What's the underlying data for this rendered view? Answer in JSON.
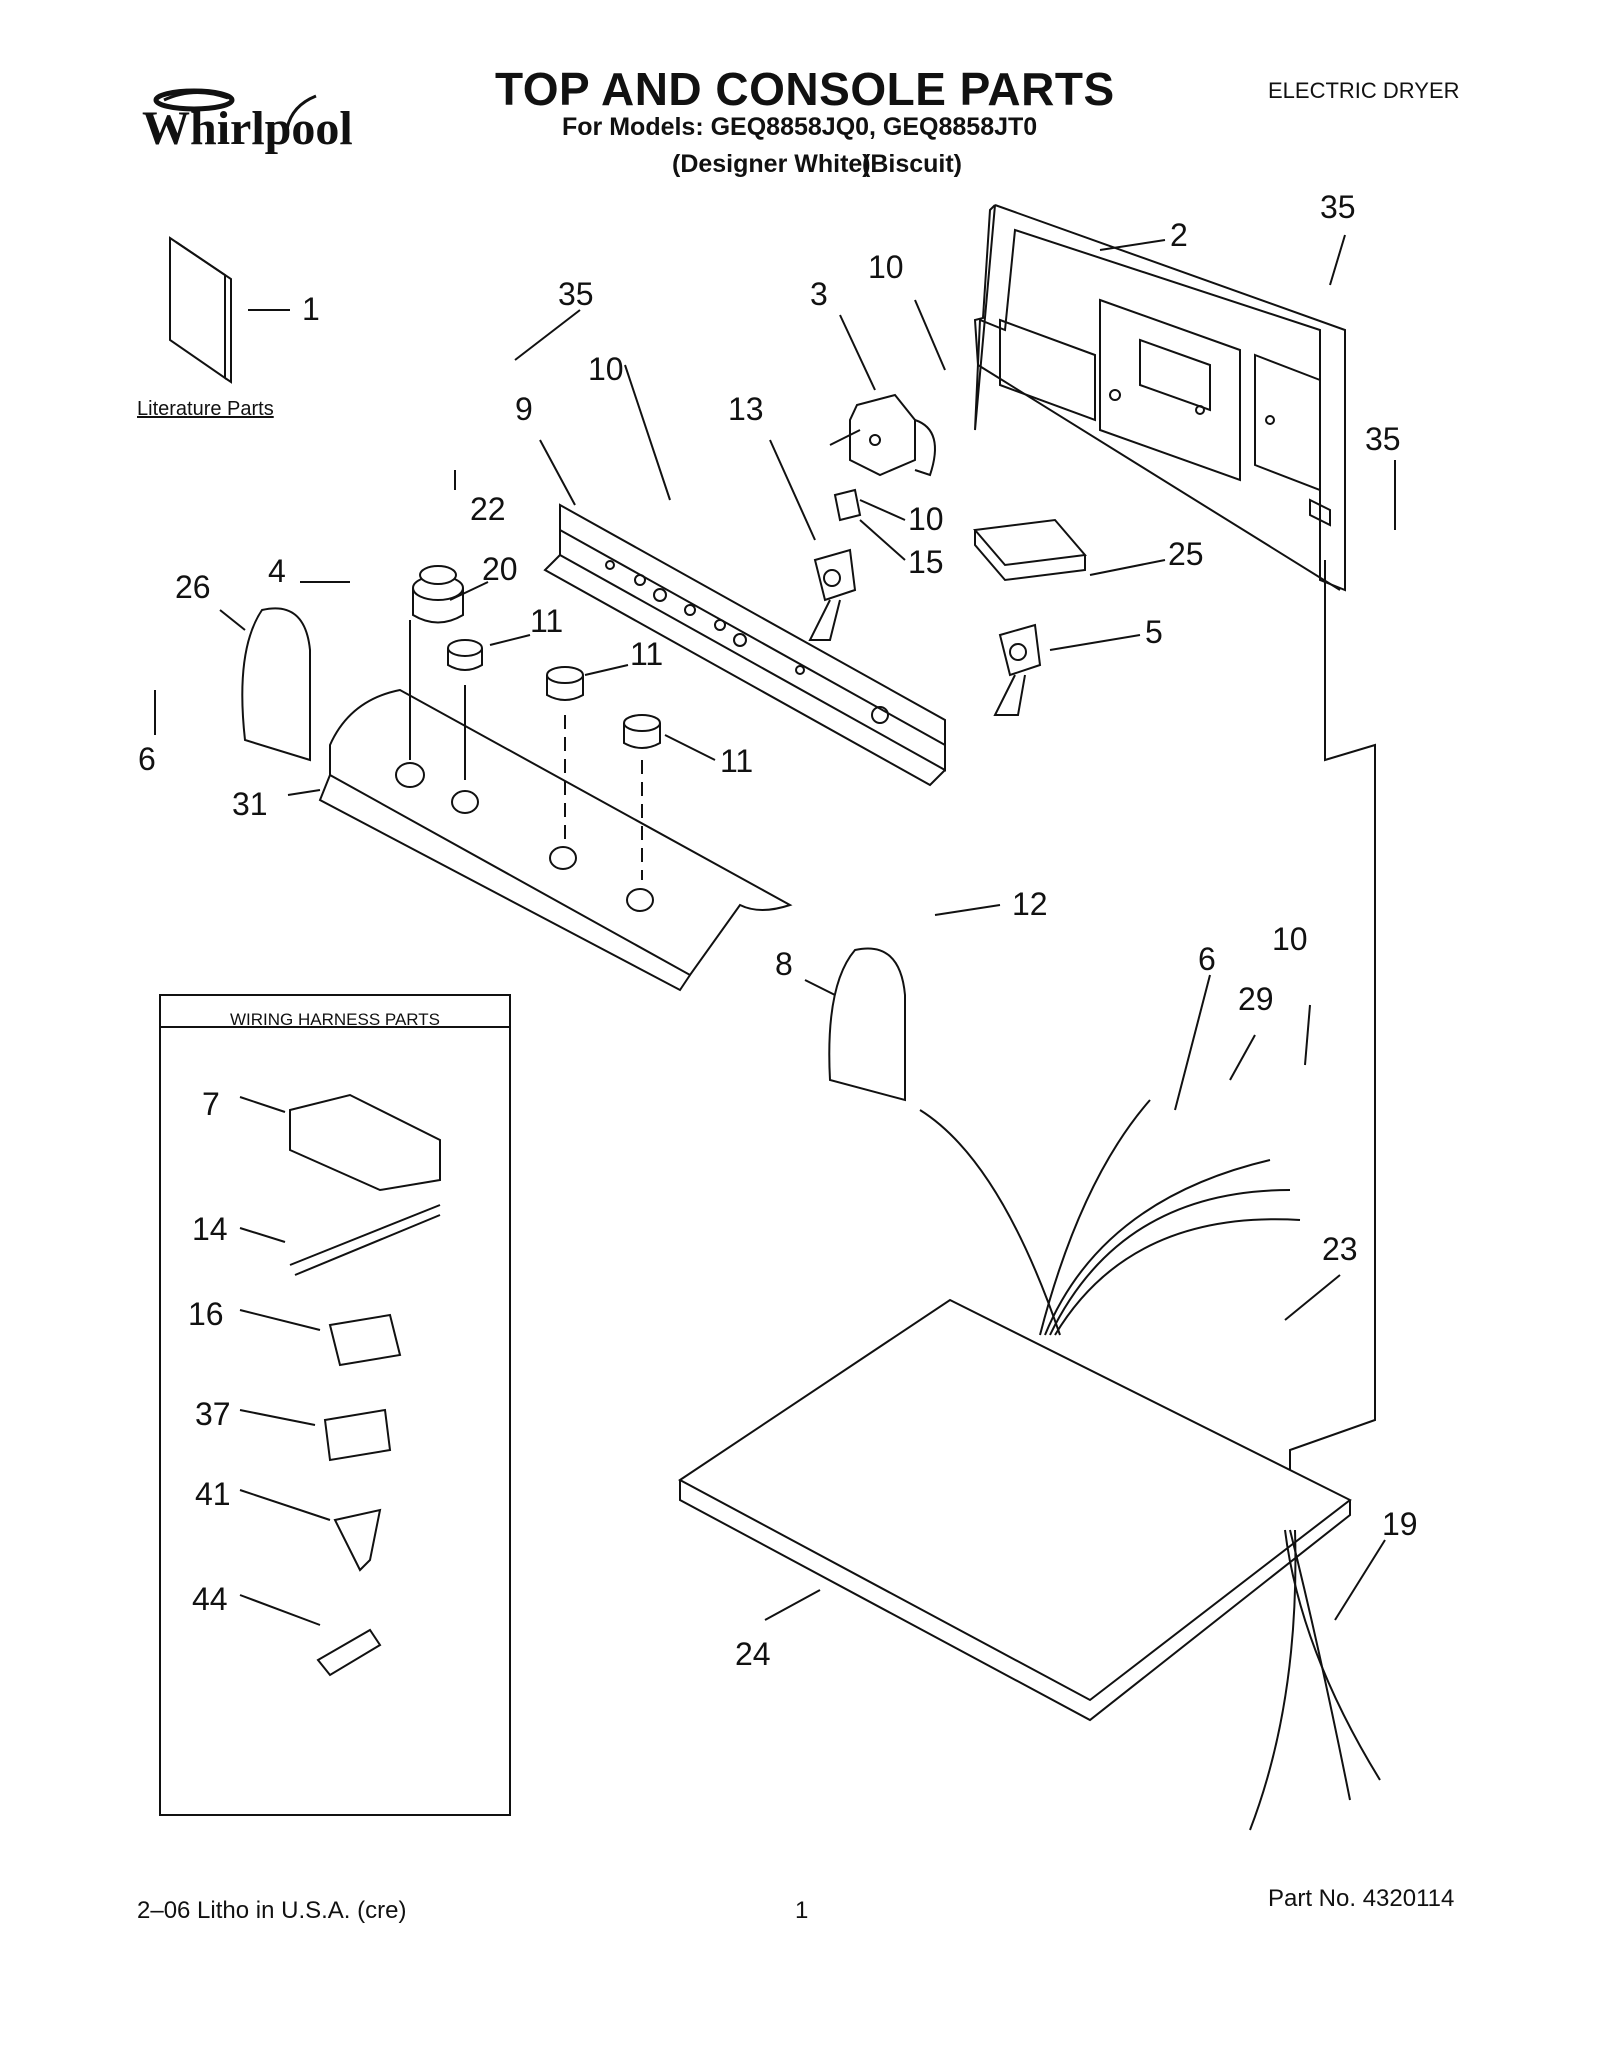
{
  "header": {
    "brand": "Whirlpool",
    "title": "TOP AND CONSOLE PARTS",
    "models": "For Models: GEQ8858JQ0, GEQ8858JT0",
    "color_1": "(Designer White)",
    "color_2": "(Biscuit)",
    "product_type": "ELECTRIC DRYER"
  },
  "literature_label": "Literature Parts",
  "wiring_box_title": "WIRING HARNESS PARTS",
  "callouts": {
    "c1": "1",
    "c2": "2",
    "c3": "3",
    "c4": "4",
    "c5": "5",
    "c6a": "6",
    "c6b": "6",
    "c7": "7",
    "c8": "8",
    "c9": "9",
    "c10a": "10",
    "c10b": "10",
    "c10c": "10",
    "c10d": "10",
    "c11a": "11",
    "c11b": "11",
    "c11c": "11",
    "c12": "12",
    "c13": "13",
    "c14": "14",
    "c15": "15",
    "c16": "16",
    "c19": "19",
    "c20": "20",
    "c22": "22",
    "c23": "23",
    "c24": "24",
    "c25": "25",
    "c26": "26",
    "c29": "29",
    "c31": "31",
    "c35a": "35",
    "c35b": "35",
    "c35c": "35",
    "c37": "37",
    "c41": "41",
    "c44": "44"
  },
  "footer": {
    "litho": "2–06 Litho in U.S.A. (cre)",
    "page": "1",
    "part_no": "Part No. 4320114"
  }
}
